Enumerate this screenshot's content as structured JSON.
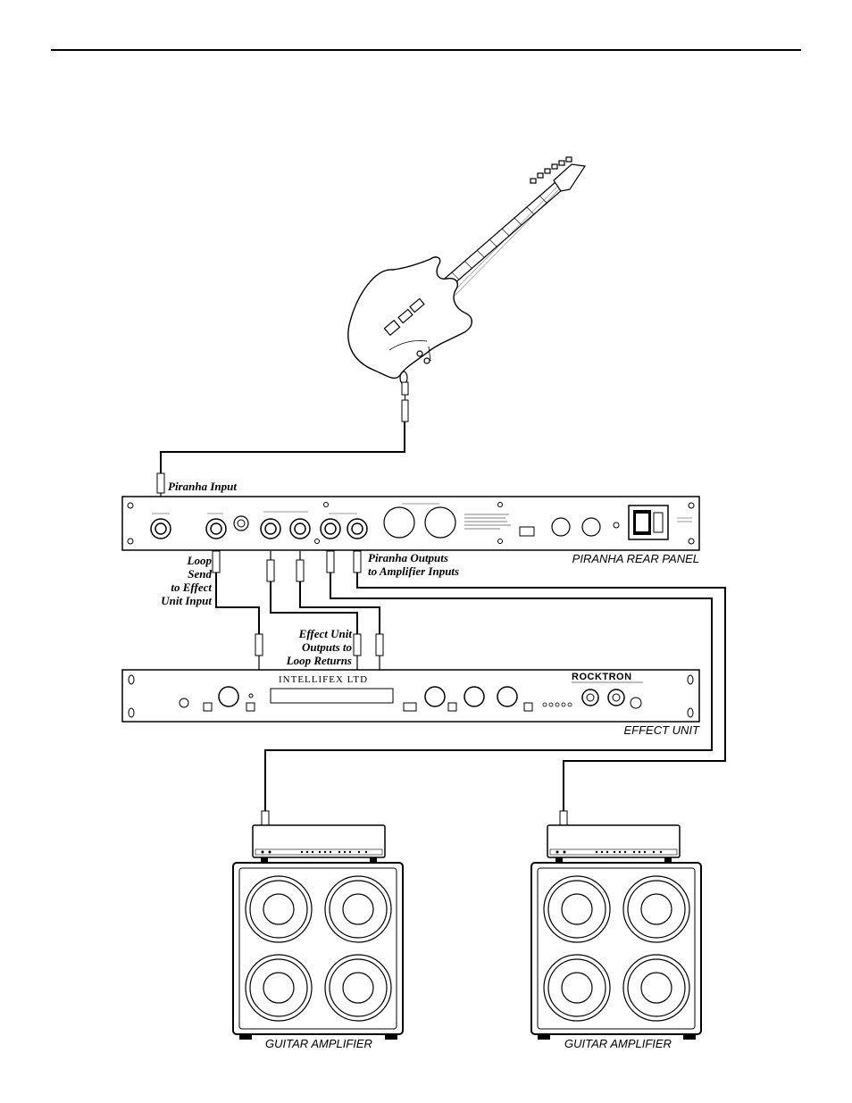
{
  "labels": {
    "piranha_input": "Piranha Input",
    "loop_send_1": "Loop",
    "loop_send_2": "Send",
    "loop_send_3": "to Effect",
    "loop_send_4": "Unit Input",
    "piranha_outputs_1": "Piranha Outputs",
    "piranha_outputs_2": "to Amplifier Inputs",
    "rear_panel": "PIRANHA REAR PANEL",
    "effect_outputs_1": "Effect Unit",
    "effect_outputs_2": "Outputs to",
    "effect_outputs_3": "Loop Returns",
    "effect_unit": "EFFECT UNIT",
    "amp_left": "GUITAR AMPLIFIER",
    "amp_right": "GUITAR AMPLIFIER"
  },
  "effect_unit_panel": {
    "brand": "ROCKTRON",
    "display": "INTELLIFEX LTD"
  }
}
